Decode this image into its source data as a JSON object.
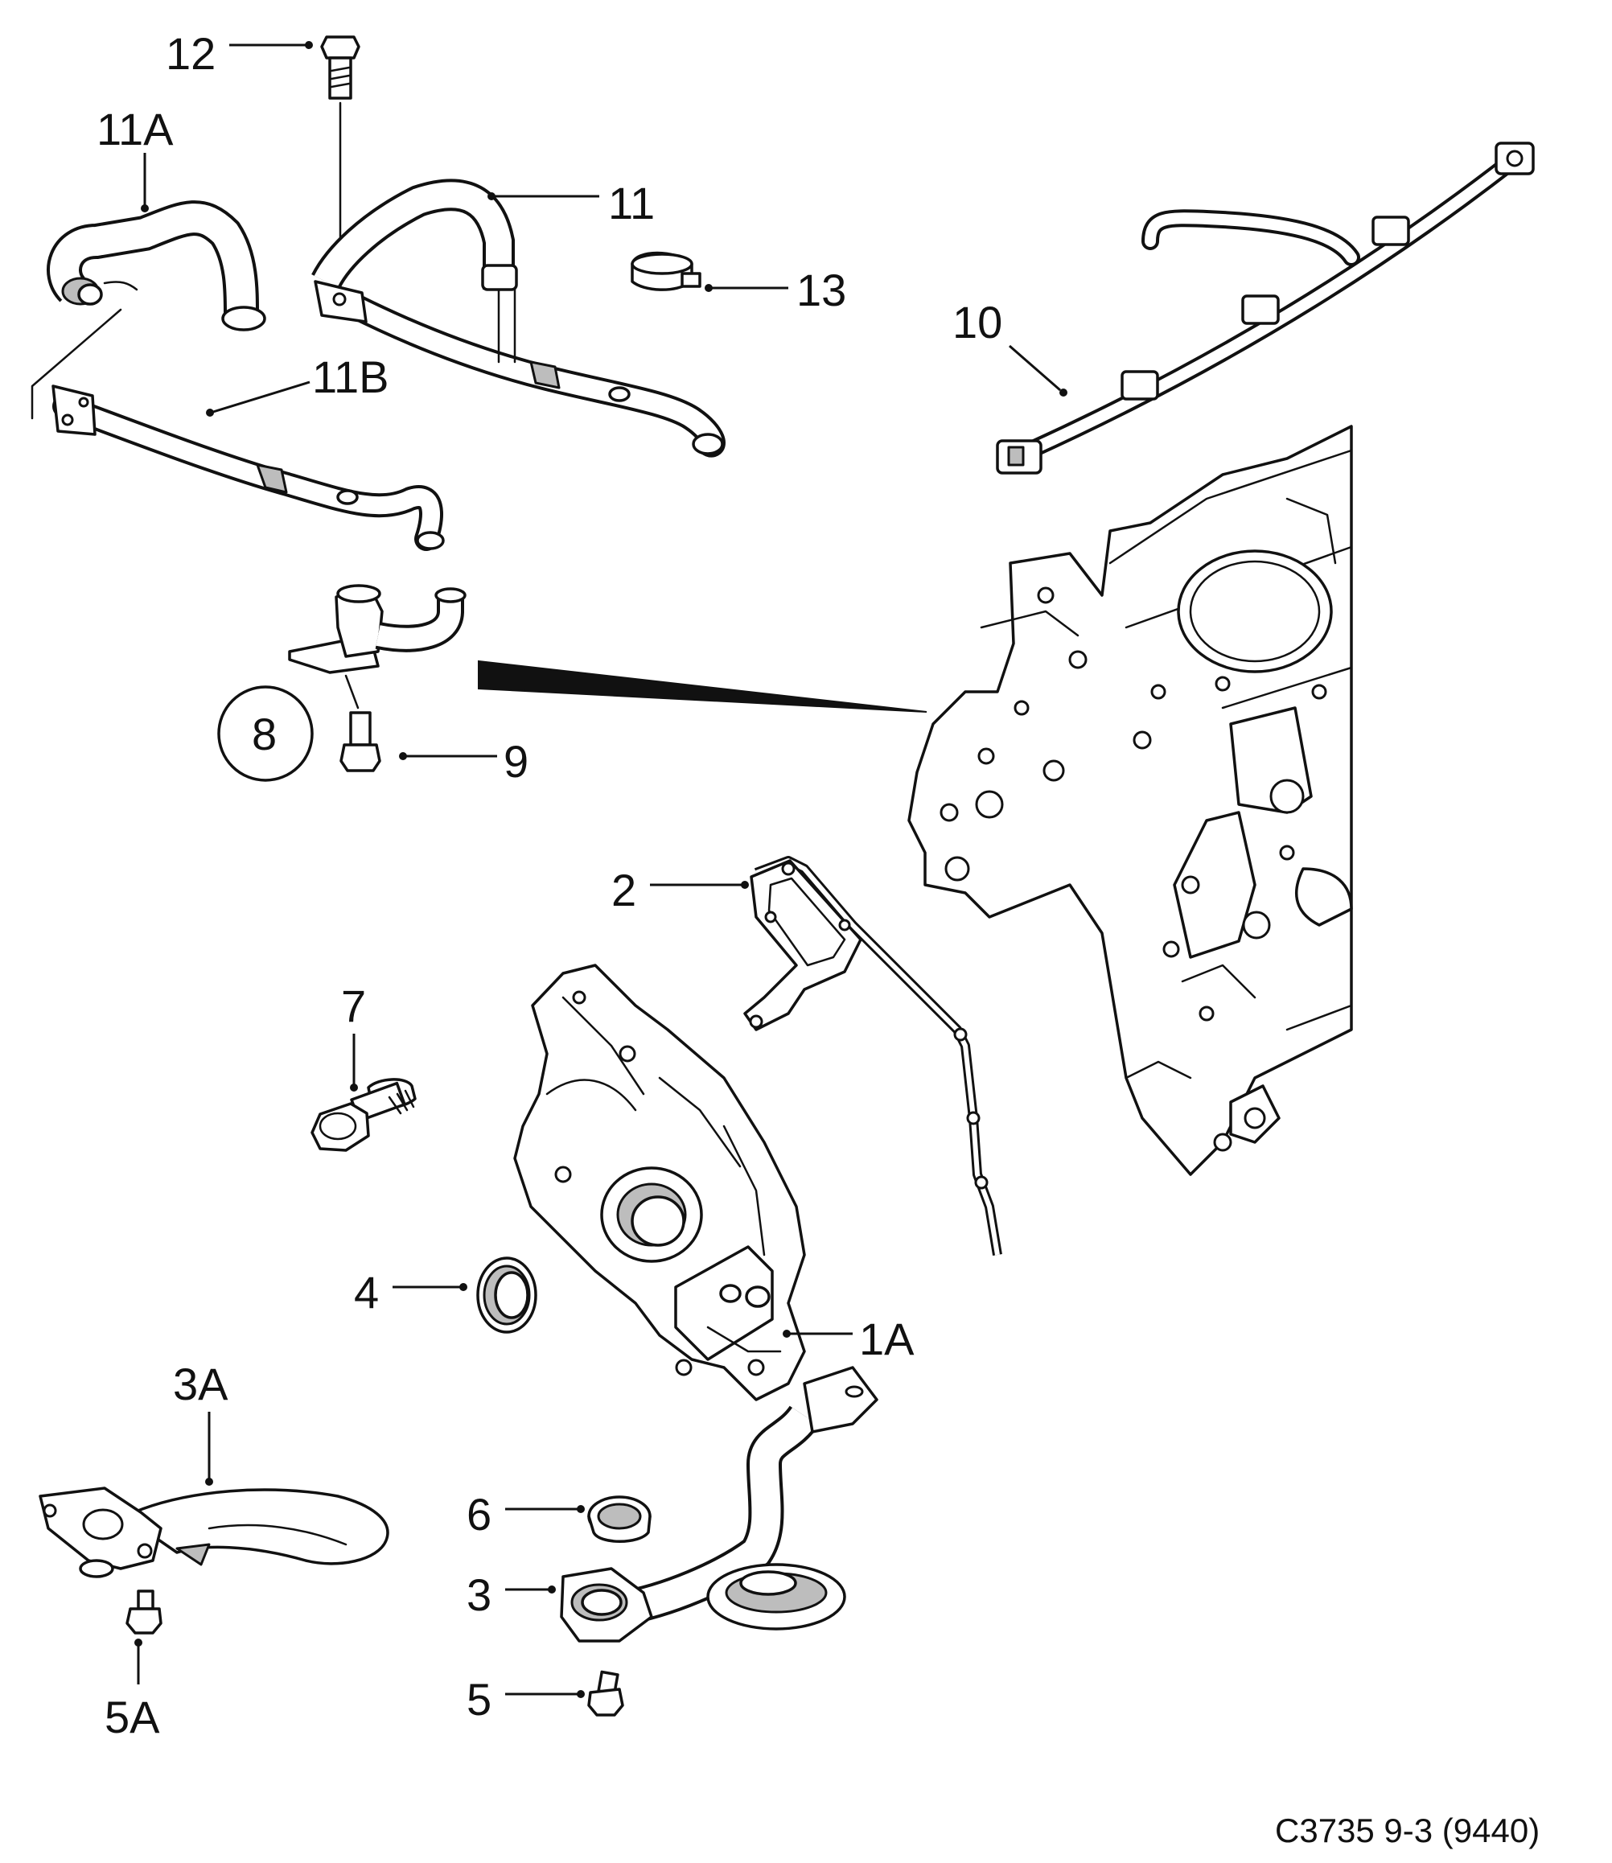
{
  "diagram": {
    "callouts": {
      "c12": "12",
      "c11A": "11A",
      "c11": "11",
      "c13": "13",
      "c10": "10",
      "c11B": "11B",
      "c8": "8",
      "c9": "9",
      "c2": "2",
      "c7": "7",
      "c4": "4",
      "c1A": "1A",
      "c3A": "3A",
      "c6": "6",
      "c3": "3",
      "c5": "5",
      "c5A": "5A"
    },
    "footer_code": "C3735 9-3 (9440)"
  }
}
